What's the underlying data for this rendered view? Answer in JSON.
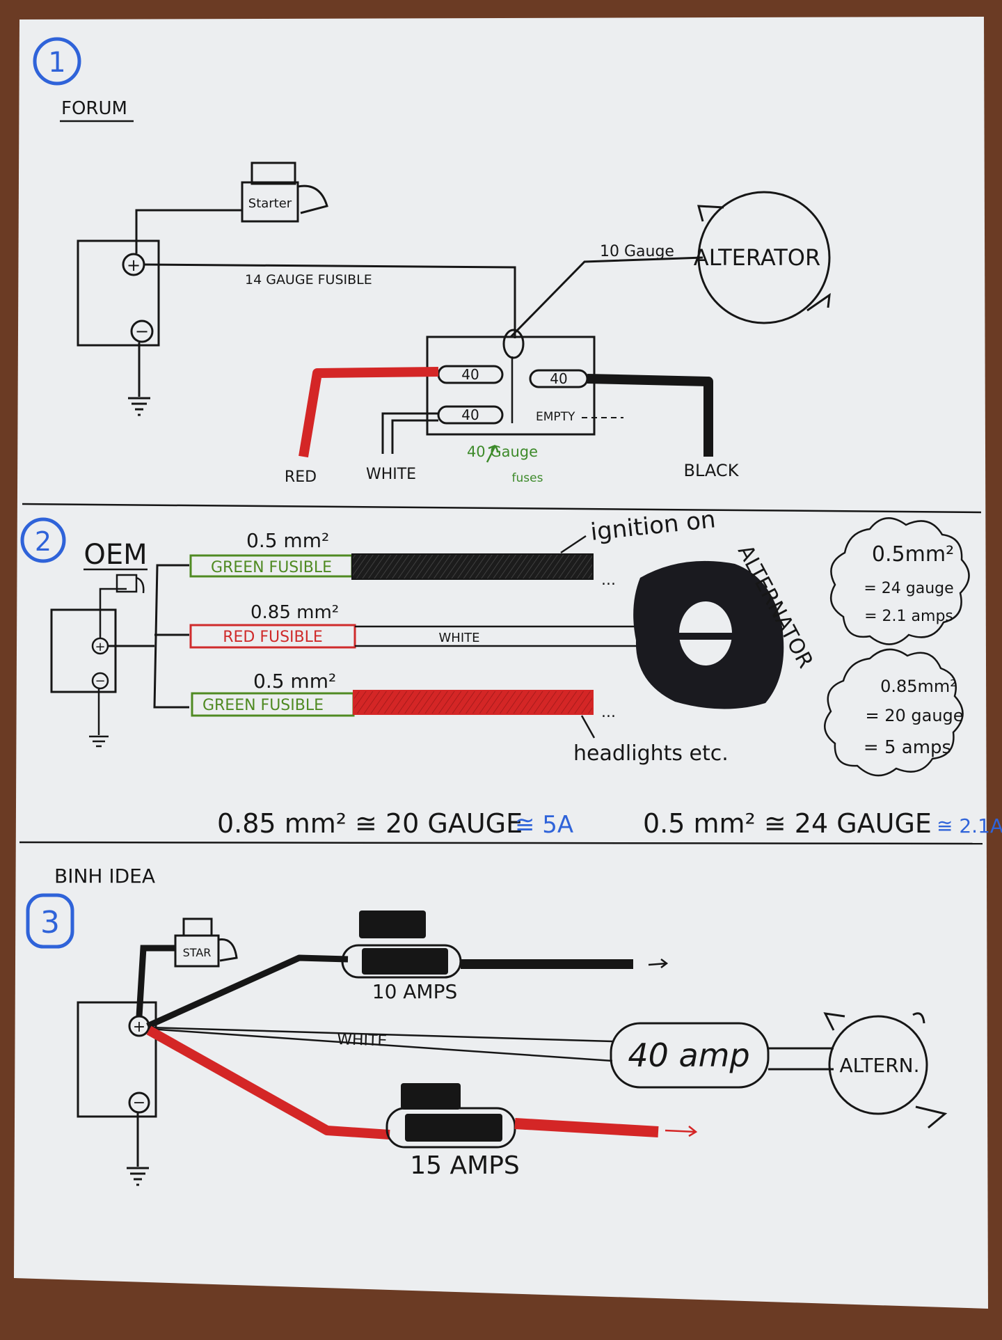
{
  "colors": {
    "table": "#6b3b24",
    "paper": "#eceef0",
    "ink": "#161616",
    "red_wire": "#d42626",
    "green_fuse": "#4f8a22",
    "red_fuse": "#cf2b2b",
    "blue_ink": "#2f63d9",
    "green_note": "#3d8a2a"
  },
  "section1": {
    "number": "1",
    "heading": "FORUM",
    "starter_label": "Starter",
    "fusible_label": "14 GAUGE FUSIBLE",
    "gauge_label": "10 Gauge",
    "alternator_label": "ALTERATOR",
    "fuses": [
      "40",
      "40",
      "40"
    ],
    "empty_label": "EMPTY",
    "fuse_note_line1": "40 Gauge",
    "fuse_note_line2": "fuses",
    "wire_red": "RED",
    "wire_white": "WHITE",
    "wire_black": "BLACK"
  },
  "section2": {
    "number": "2",
    "heading": "OEM",
    "wires": [
      {
        "size": "0.5 mm²",
        "fuse": "GREEN FUSIBLE",
        "wire": ""
      },
      {
        "size": "0.85 mm²",
        "fuse": "RED FUSIBLE",
        "wire": "WHITE"
      },
      {
        "size": "0.5 mm²",
        "fuse": "GREEN FUSIBLE",
        "wire": ""
      }
    ],
    "ignition_label": "ignition on",
    "headlights_label": "headlights etc.",
    "alternator_label": "ALTERNATOR",
    "cloud1": [
      "0.5mm²",
      "= 24 gauge",
      "= 2.1 amps"
    ],
    "cloud2": [
      "0.85mm²",
      "= 20 gauge",
      "= 5 amps"
    ],
    "conv1_text": "0.85 mm² ≅ 20 GAUGE",
    "conv1_amp": "≅ 5A",
    "conv2_text": "0.5 mm² ≅ 24 GAUGE",
    "conv2_amp": "≅ 2.1A"
  },
  "section3": {
    "number": "3",
    "heading": "BINH IDEA",
    "starter_label": "STAR",
    "fuse_top_label": "10 AMPS",
    "fuse_bottom_label": "15 AMPS",
    "wire_white": "WHITE",
    "main_fuse_label": "40 amp",
    "alternator_label": "ALTERN."
  }
}
